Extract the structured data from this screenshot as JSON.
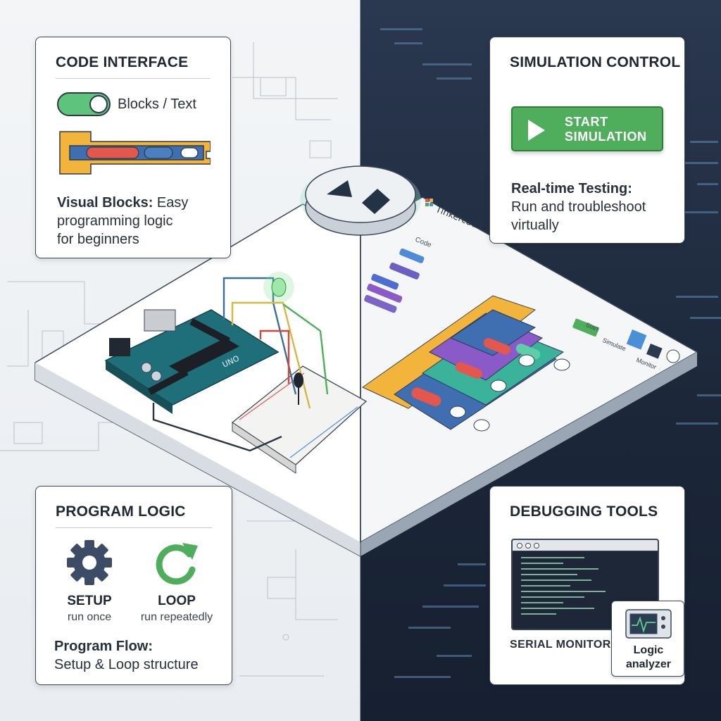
{
  "code_interface": {
    "title": "CODE INTERFACE",
    "toggle_label": "Blocks / Text",
    "desc_bold": "Visual Blocks:",
    "desc_line1": " Easy",
    "desc_line2": "programming logic",
    "desc_line3": "for beginners"
  },
  "simulation_control": {
    "title": "SIMULATION CONTROL",
    "button_line1": "START",
    "button_line2": "SIMULATION",
    "desc_bold": "Real-time Testing:",
    "desc_line1": "Run and troubleshoot",
    "desc_line2": "virtually"
  },
  "program_logic": {
    "title": "PROGRAM LOGIC",
    "setup_label": "SETUP",
    "setup_sub": "run once",
    "loop_label": "LOOP",
    "loop_sub": "run repeatedly",
    "desc_bold": "Program Flow:",
    "desc_line1": "Setup & Loop structure"
  },
  "debugging_tools": {
    "title": "DEBUGGING TOOLS",
    "serial_label": "SERIAL MONITOR",
    "analyzer_line1": "Logic",
    "analyzer_line2": "analyzer"
  },
  "editor": {
    "title": "Tinkercad Code Editor",
    "tab": "Code",
    "start_small": "Start",
    "simulate_small": "Simulate",
    "monitor_small": "Monitor"
  },
  "board": {
    "label": "UNO"
  },
  "colors": {
    "accent_green": "#4fae5b",
    "block_yellow": "#f2b43a",
    "block_blue": "#3f6fb0",
    "block_teal": "#3bb39a",
    "block_purple": "#8a5ac8",
    "block_red": "#e3574d",
    "board_teal": "#1f6f7a"
  }
}
